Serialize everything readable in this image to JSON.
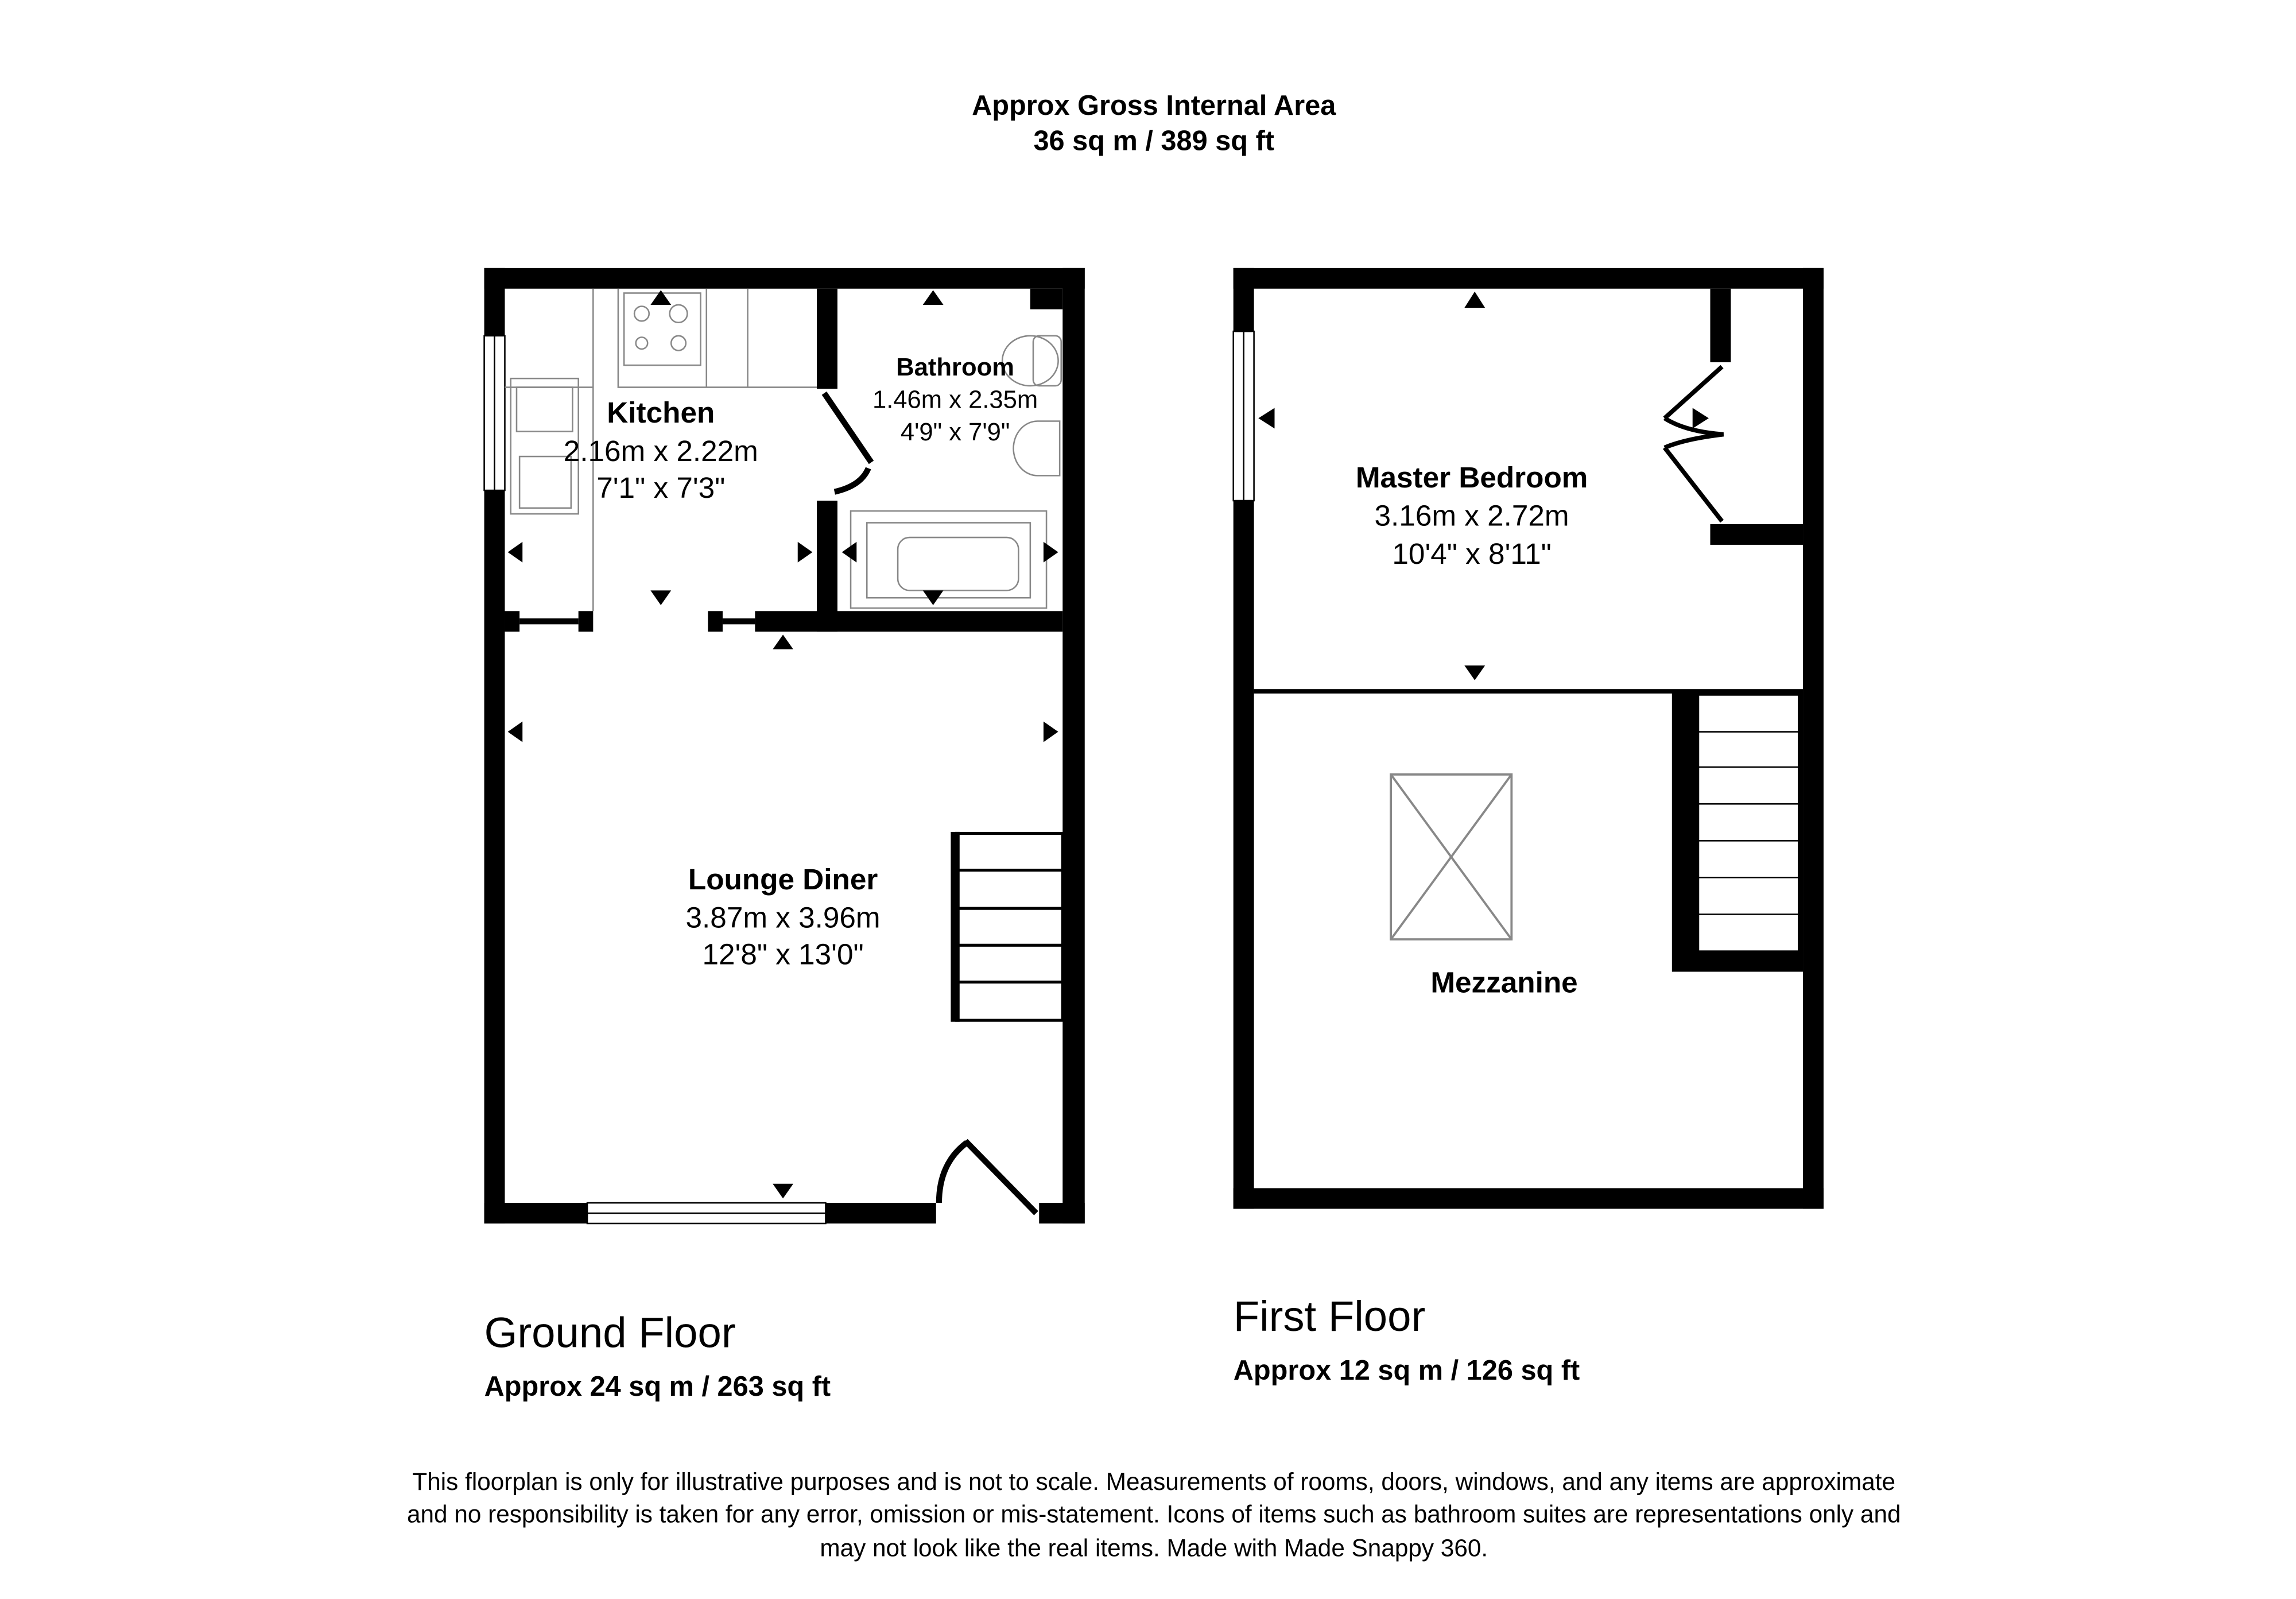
{
  "header": {
    "line1": "Approx Gross Internal Area",
    "line2": "36 sq m / 389 sq ft"
  },
  "ground_floor": {
    "title": "Ground Floor",
    "area": "Approx 24 sq m / 263 sq ft",
    "rooms": [
      {
        "name": "Kitchen",
        "metric": "2.16m x 2.22m",
        "imperial": "7'1\" x 7'3\""
      },
      {
        "name": "Bathroom",
        "metric": "1.46m x 2.35m",
        "imperial": "4'9\" x 7'9\""
      },
      {
        "name": "Lounge Diner",
        "metric": "3.87m x 3.96m",
        "imperial": "12'8\" x 13'0\""
      }
    ]
  },
  "first_floor": {
    "title": "First Floor",
    "area": "Approx 12 sq m / 126 sq ft",
    "rooms": [
      {
        "name": "Master Bedroom",
        "metric": "3.16m x 2.72m",
        "imperial": "10'4\" x 8'11\""
      },
      {
        "name": "Mezzanine"
      }
    ]
  },
  "disclaimer": {
    "line1": "This floorplan is only for illustrative purposes and is not to scale. Measurements of rooms, doors, windows, and any items are approximate",
    "line2": "and no responsibility is taken for any error, omission or mis-statement. Icons of items such as bathroom suites are representations only and",
    "line3": "may not look like the real items. Made with Made Snappy 360."
  },
  "colors": {
    "wall": "#000000",
    "fixture": "#888888",
    "background": "#ffffff"
  }
}
